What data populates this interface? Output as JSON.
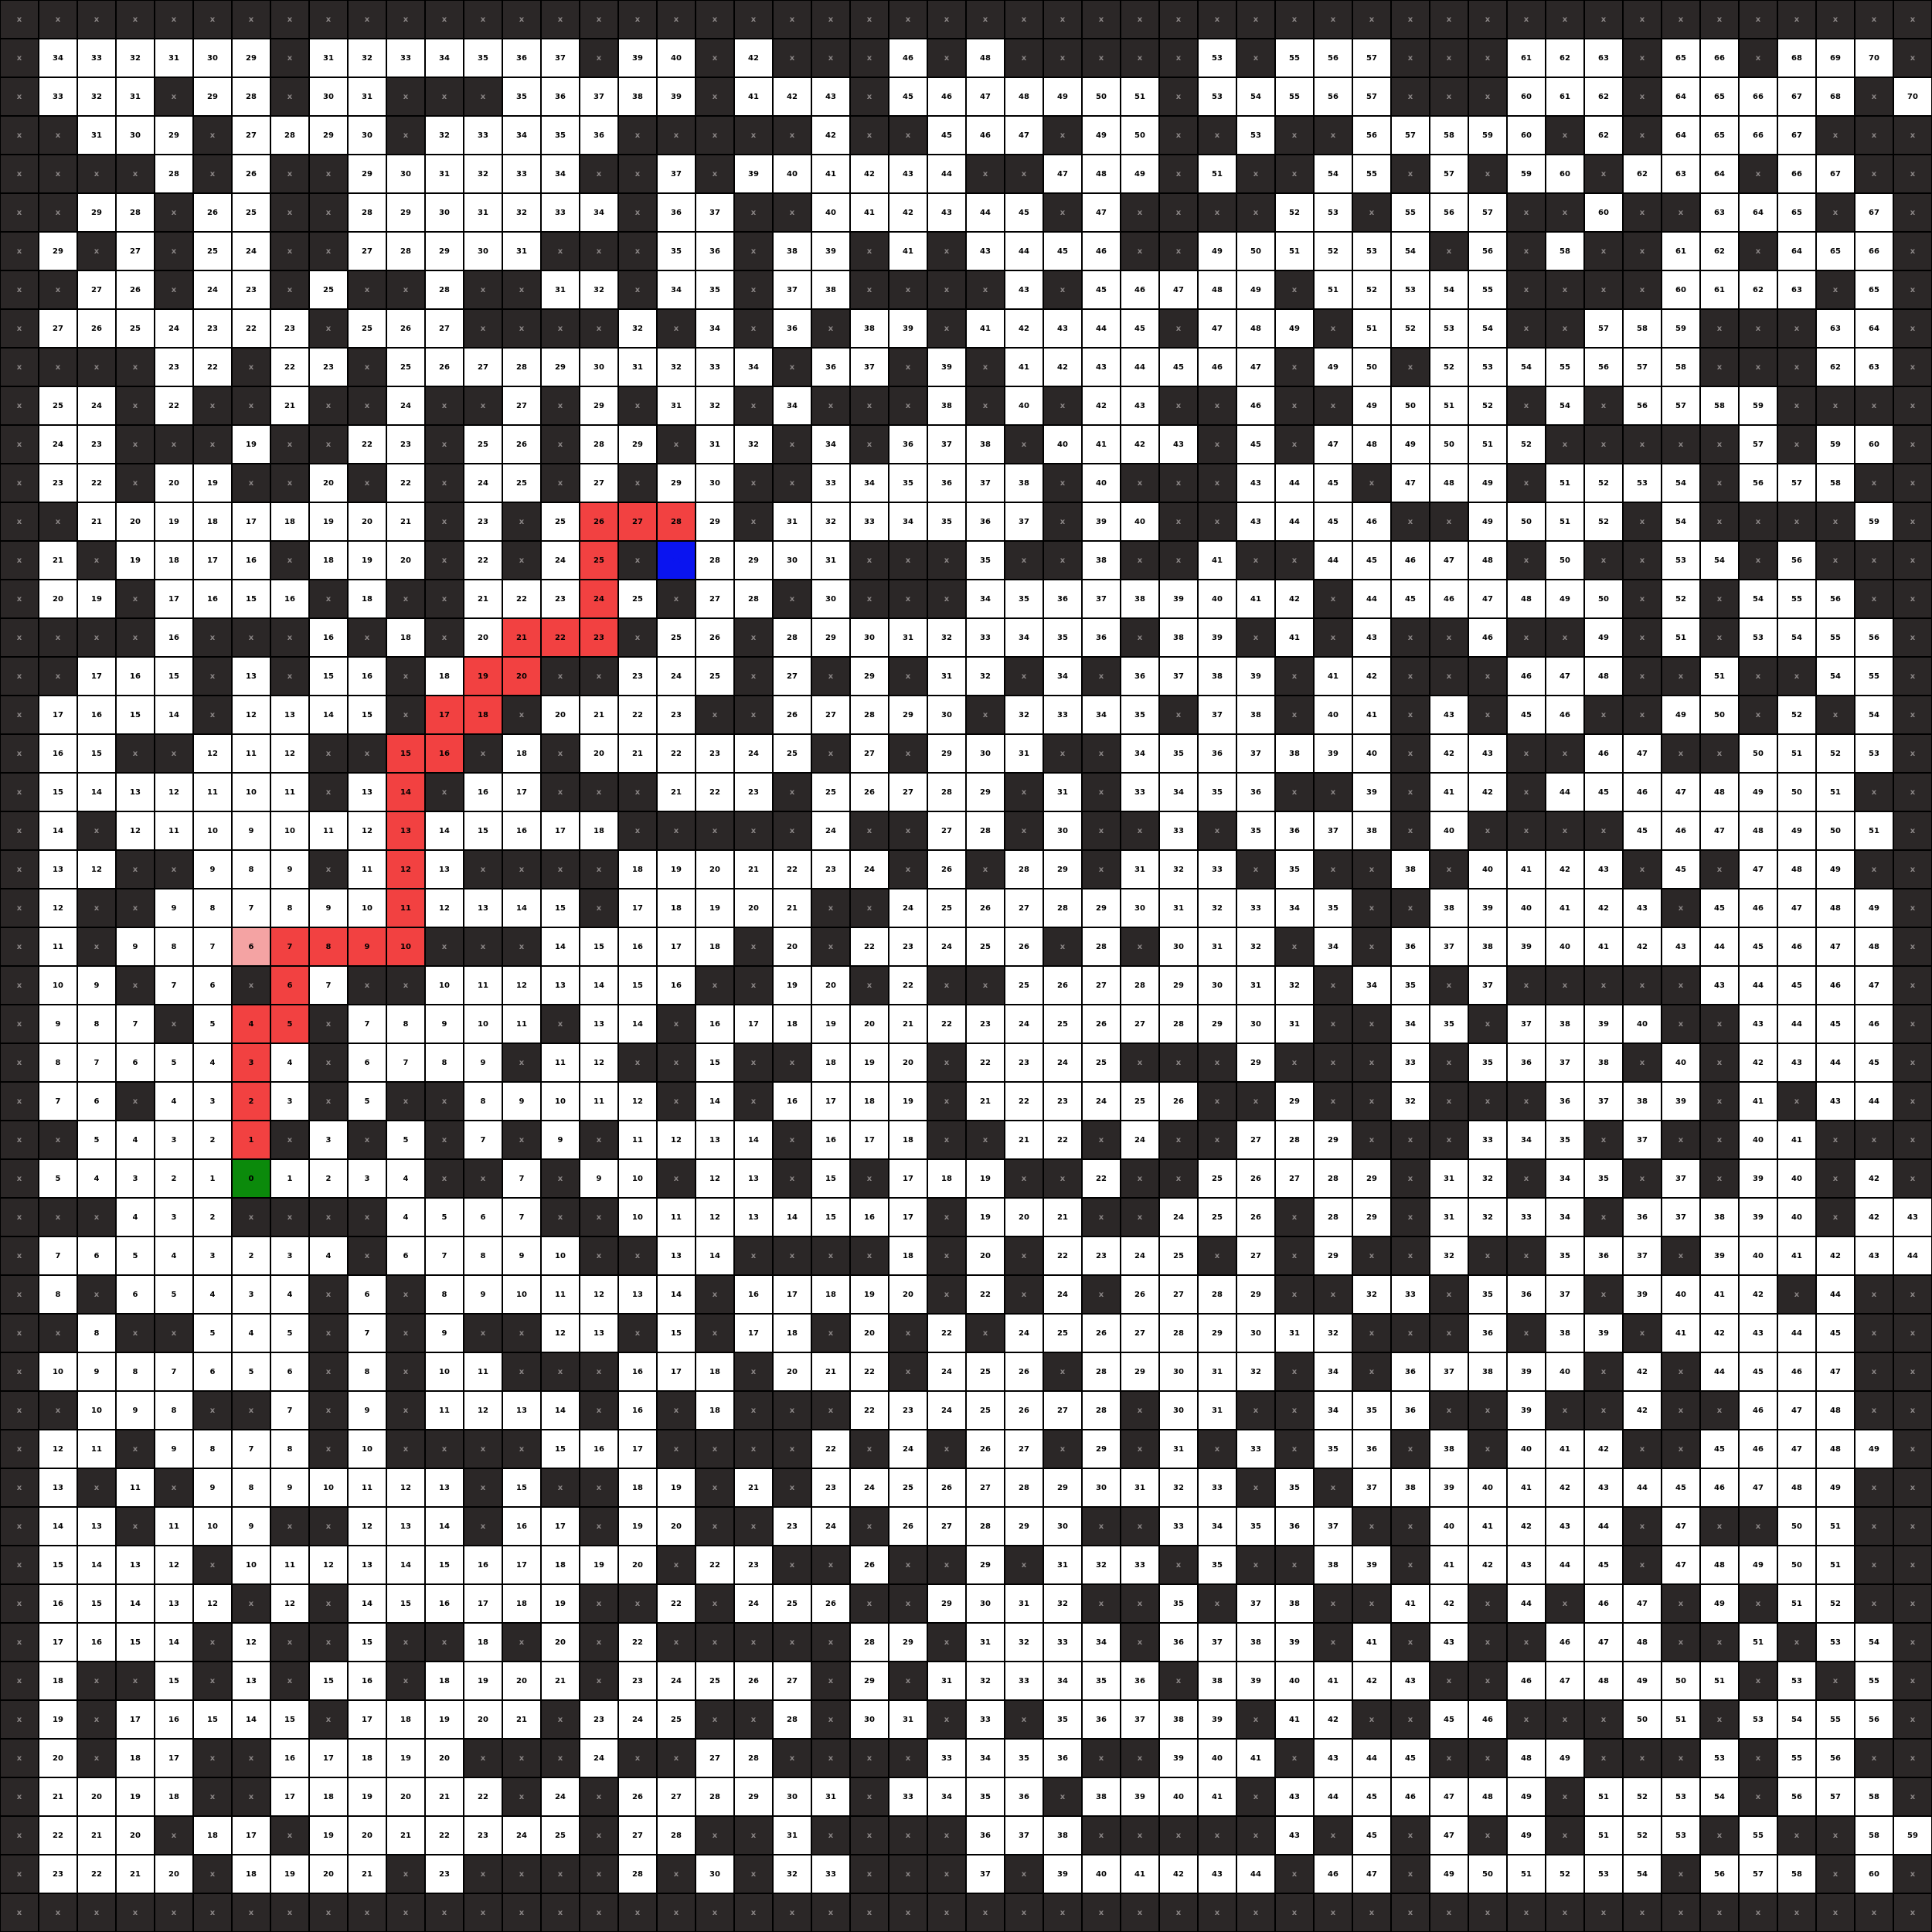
{
  "maze": {
    "colors": {
      "wall": "#2b2727",
      "open": "#ffffff",
      "path": "#f24141",
      "visited": "#f4a3a3",
      "start": "#0b8a0b",
      "goal": "#0a14f0"
    },
    "grid": [
      "x,x,x,x,x,x,x,x,x,x,x,x,x,x,x,x,x,x,x,x,x,x,x,x,x,x,x,x,x,x,x,x,x,x,x,x,x,x,x,x,x,x,x,x,x,x,x,x,x,x",
      "x,34,33,32,31,30,29,x,31,32,33,34,35,36,37,x,39,40,x,42,x,x,x,46,x,48,x,x,x,x,x,53,x,55,56,57,x,x,x,61,62,63,x,65,66,x,68,69,70,x",
      "x,33,32,31,x,29,28,x,30,31,x,x,x,35,36,37,38,39,x,41,42,43,x,45,46,47,48,49,50,51,x,53,54,55,56,57,x,x,x,60,61,62,x,64,65,66,67,68,x,70",
      "x,x,31,30,29,x,27,28,29,30,x,32,33,34,35,36,x,x,x,x,x,42,x,x,45,46,47,x,49,50,x,x,53,x,x,56,57,58,59,60,x,62,x,64,65,66,67,x,x,x",
      "x,x,x,x,28,x,26,x,x,29,30,31,32,33,34,x,x,37,x,39,40,41,42,43,44,x,x,47,48,49,x,51,x,x,54,55,x,57,x,59,60,x,62,63,64,x,66,67,x,x",
      "x,x,29,28,x,26,25,x,x,28,29,30,31,32,33,34,x,36,37,x,x,40,41,42,43,44,45,x,47,x,x,x,x,52,53,x,55,56,57,x,x,60,x,x,63,64,65,x,67,x",
      "x,29,x,27,x,25,24,x,x,27,28,29,30,31,x,x,x,35,36,x,38,39,x,41,x,43,44,45,46,x,x,49,50,51,52,53,54,x,56,x,58,x,x,61,62,x,64,65,66,x",
      "x,x,27,26,x,24,23,x,25,x,x,28,x,x,31,32,x,34,35,x,37,38,x,x,x,x,43,x,45,46,47,48,49,x,51,52,53,54,55,x,x,x,x,60,61,62,63,x,65,x",
      "x,27,26,25,24,23,22,23,x,25,26,27,x,x,x,x,32,x,34,x,36,x,38,39,x,41,42,43,44,45,x,47,48,49,x,51,52,53,54,x,x,57,58,59,x,x,x,63,64,x",
      "x,x,x,x,23,22,x,22,23,x,25,26,27,28,29,30,31,32,33,34,x,36,37,x,39,x,41,42,43,44,45,46,47,x,49,50,x,52,53,54,55,56,57,58,x,x,x,62,63,x",
      "x,25,24,x,22,x,x,21,x,x,24,x,x,27,x,29,x,31,32,x,34,x,x,x,38,x,40,x,42,43,x,x,46,x,x,49,50,51,52,x,54,x,56,57,58,59,x,x,x,x",
      "x,24,23,x,x,x,19,x,x,22,23,x,25,26,x,28,29,x,31,32,x,34,x,36,37,38,x,40,41,42,43,x,45,x,47,48,49,50,51,52,x,x,x,x,x,57,x,59,60,x",
      "x,23,22,x,20,19,x,x,20,x,22,x,24,25,x,27,x,29,30,x,x,33,34,35,36,37,38,x,40,x,x,x,43,44,45,x,47,48,49,x,51,52,53,54,x,56,57,58,x,x",
      "x,x,21,20,19,18,17,18,19,20,21,x,23,x,25,26,27,28,29,x,31,32,33,34,35,36,37,x,39,40,x,x,43,44,45,46,x,x,49,50,51,52,x,54,x,x,x,x,59,x",
      "x,21,x,19,18,17,16,x,18,19,20,x,22,x,24,25,x,29,28,29,30,31,x,x,x,35,x,x,38,x,x,41,x,x,44,45,46,47,48,x,50,x,x,53,54,x,56,x,x,x",
      "x,20,19,x,17,16,15,16,x,18,x,x,21,22,23,24,25,x,27,28,x,30,x,x,x,34,35,36,37,38,39,40,41,42,x,44,45,46,47,48,49,50,x,52,x,54,55,56,x,x",
      "x,x,x,x,16,x,x,x,16,x,18,x,20,21,22,23,x,25,26,x,28,29,30,31,32,33,34,35,36,x,38,39,x,41,x,43,x,x,46,x,x,49,x,51,x,53,54,55,56,x",
      "x,x,17,16,15,x,13,x,15,16,x,18,19,20,x,x,23,24,25,x,27,x,29,x,31,32,x,34,x,36,37,38,39,x,41,42,x,x,x,46,47,48,x,x,51,x,x,54,55,x",
      "x,17,16,15,14,x,12,13,14,15,x,17,18,x,20,21,22,23,x,x,26,27,28,29,30,x,32,33,34,35,x,37,38,x,40,41,x,43,x,45,46,x,x,49,50,x,52,x,54,x",
      "x,16,15,x,x,12,11,12,x,x,15,16,x,18,x,20,21,22,23,24,25,x,27,x,29,30,31,x,x,34,35,36,37,38,39,40,x,42,43,x,x,46,47,x,x,50,51,52,53,x",
      "x,15,14,13,12,11,10,11,x,13,14,x,16,17,x,x,x,21,22,23,x,25,26,27,28,29,x,31,x,33,34,35,36,x,x,39,x,41,42,x,44,45,46,47,48,49,50,51,x,x",
      "x,14,x,12,11,10,9,10,11,12,13,14,15,16,17,18,x,x,x,x,x,24,x,x,27,28,x,30,x,x,33,x,35,36,37,38,x,40,x,x,x,x,45,46,47,48,49,50,51,x",
      "x,13,12,x,x,9,8,9,x,11,12,13,x,x,x,x,18,19,20,21,22,23,24,x,26,x,28,29,x,31,32,33,x,35,x,x,38,x,40,41,42,43,x,45,x,47,48,49,x,x",
      "x,12,x,x,9,8,7,8,9,10,11,12,13,14,15,x,17,18,19,20,21,x,x,24,25,26,27,28,29,30,31,32,33,34,35,x,x,38,39,40,41,42,43,x,45,46,47,48,49,x",
      "x,11,x,9,8,7,6,7,8,9,10,x,x,x,14,15,16,17,18,x,20,x,22,23,24,25,26,x,28,x,30,31,32,x,34,x,36,37,38,39,40,41,42,43,44,45,46,47,48,x",
      "x,10,9,x,7,6,x,6,7,x,x,10,11,12,13,14,15,16,x,x,19,20,x,22,x,x,25,26,27,28,29,30,31,32,x,34,35,x,37,x,x,x,x,x,43,44,45,46,47,x",
      "x,9,8,7,x,5,4,5,x,7,8,9,10,11,x,13,14,x,16,17,18,19,20,21,22,23,24,25,26,27,28,29,30,31,x,x,34,35,x,37,38,39,40,x,x,43,44,45,46,x",
      "x,8,7,6,5,4,3,4,x,6,7,8,9,x,11,12,x,x,15,x,x,18,19,20,x,22,23,24,25,x,x,x,29,x,x,x,33,x,35,36,37,38,x,40,x,42,43,44,45,x",
      "x,7,6,x,4,3,2,3,x,5,x,x,8,9,10,11,12,x,14,x,16,17,18,19,x,21,22,23,24,25,26,x,x,29,x,x,32,x,x,x,36,37,38,39,x,41,x,43,44,x",
      "x,x,5,4,3,2,1,x,3,x,5,x,7,x,9,x,11,12,13,14,x,16,17,18,x,x,21,22,x,24,x,x,27,28,29,x,x,x,33,34,35,x,37,x,x,40,41,x,x,x",
      "x,5,4,3,2,1,0,1,2,3,4,x,x,7,x,9,10,x,12,13,x,15,x,17,18,19,x,x,22,x,x,25,26,27,28,29,x,31,32,x,34,35,x,37,x,39,40,x,42,x",
      "x,x,x,4,3,2,x,x,x,x,4,5,6,7,x,x,10,11,12,13,14,15,16,17,x,19,20,21,x,x,24,25,26,x,28,29,x,31,32,33,34,x,36,37,38,39,40,x,42,43",
      "x,7,6,5,4,3,2,3,4,x,6,7,8,9,10,x,x,13,14,x,x,x,x,18,x,20,x,22,23,24,25,x,27,x,29,x,x,32,x,x,35,36,37,x,39,40,41,42,43,44",
      "x,8,x,6,5,4,3,4,x,6,x,8,9,10,11,12,13,14,x,16,17,18,19,20,x,22,x,24,x,26,27,28,29,x,x,32,33,x,35,36,37,x,39,40,41,42,x,44,x,x",
      "x,x,8,x,x,5,4,5,x,7,x,9,x,x,12,13,x,15,x,17,18,x,20,x,22,x,24,25,26,27,28,29,30,31,32,x,x,x,36,x,38,39,x,41,42,43,44,45,x,x",
      "x,10,9,8,7,6,5,6,x,8,x,10,11,x,x,x,16,17,18,x,20,21,22,x,24,25,26,x,28,29,30,31,32,x,34,x,36,37,38,39,40,x,42,x,44,45,46,47,x,x",
      "x,x,10,9,8,x,x,7,x,9,x,11,12,13,14,x,16,x,18,x,x,x,22,23,24,25,26,27,28,x,30,31,x,x,34,35,36,x,x,39,x,x,42,x,x,46,47,48,x,x",
      "x,12,11,x,9,8,7,8,x,10,x,x,x,x,15,16,17,x,x,x,x,22,x,24,x,26,27,x,29,x,31,x,33,x,35,36,x,38,x,40,41,42,x,x,45,46,47,48,49,x",
      "x,13,x,11,x,9,8,9,10,11,12,13,x,15,x,x,18,19,x,21,x,23,24,25,26,27,28,29,30,31,32,33,x,35,x,37,38,39,40,41,42,43,44,45,46,47,48,49,x,x",
      "x,14,13,x,11,10,9,x,x,12,13,14,x,16,17,x,19,20,x,x,23,24,x,26,27,28,29,30,x,x,33,34,35,36,37,x,x,40,41,42,43,44,x,47,x,x,50,51,x,x",
      "x,15,14,13,12,x,10,11,12,13,14,15,16,17,18,19,20,x,22,23,x,x,26,x,x,29,x,31,32,33,x,35,x,x,38,39,x,41,42,43,44,45,x,47,48,49,50,51,x,x",
      "x,16,15,14,13,12,x,12,x,14,15,16,17,18,19,x,x,22,x,24,25,26,x,x,29,30,31,32,x,x,35,x,37,38,x,x,41,42,x,44,x,46,47,x,49,x,51,52,x,x",
      "x,17,16,15,14,x,12,x,x,15,x,x,18,x,20,x,22,x,x,x,x,x,28,29,x,31,32,33,34,x,36,37,38,39,x,41,x,43,x,x,46,47,48,x,x,51,x,53,54,x",
      "x,18,x,x,15,x,13,x,15,16,x,18,19,20,21,x,23,24,25,26,27,x,29,x,31,32,33,34,35,36,x,38,39,40,41,42,43,x,x,46,47,48,49,50,51,x,53,x,55,x",
      "x,19,x,17,16,15,14,15,x,17,18,19,20,21,x,23,24,25,x,x,28,x,30,31,x,33,x,35,36,37,38,39,x,41,42,x,x,45,46,x,x,x,50,51,x,53,54,55,56,x",
      "x,20,x,18,17,x,x,16,17,18,19,20,x,x,x,24,x,x,27,28,x,x,x,x,33,34,35,36,x,x,39,40,41,x,43,44,45,x,x,48,49,x,x,x,53,x,55,56,x,x",
      "x,21,20,19,18,x,x,17,18,19,20,21,22,x,24,x,26,27,28,29,30,31,x,33,34,35,36,x,38,39,40,41,x,43,44,45,46,47,48,49,x,51,52,53,54,x,56,57,58,x",
      "x,22,21,20,x,18,17,x,19,20,21,22,23,24,25,x,27,28,x,x,31,x,x,x,x,36,37,38,x,x,x,x,x,43,x,45,x,47,x,49,x,51,52,53,x,55,x,x,58,59",
      "x,23,22,21,20,x,18,19,20,21,x,23,x,x,x,x,28,x,30,x,32,33,x,x,x,37,x,39,40,41,42,43,44,x,46,47,x,49,50,51,52,53,54,x,56,57,58,x,60,x",
      "x,x,x,x,x,x,x,x,x,x,x,x,x,x,x,x,x,x,x,x,x,x,x,x,x,x,x,x,x,x,x,x,x,x,x,x,x,x,x,x,x,x,x,x,x,x,x,x,x,x"
    ],
    "path": [
      [
        13,
        15
      ],
      [
        13,
        16
      ],
      [
        13,
        17
      ],
      [
        14,
        15
      ],
      [
        15,
        15
      ],
      [
        16,
        13
      ],
      [
        16,
        14
      ],
      [
        16,
        15
      ],
      [
        17,
        12
      ],
      [
        17,
        13
      ],
      [
        18,
        11
      ],
      [
        18,
        12
      ],
      [
        19,
        10
      ],
      [
        19,
        11
      ],
      [
        20,
        10
      ],
      [
        21,
        10
      ],
      [
        22,
        10
      ],
      [
        23,
        10
      ],
      [
        24,
        7
      ],
      [
        24,
        8
      ],
      [
        24,
        9
      ],
      [
        24,
        10
      ],
      [
        25,
        7
      ],
      [
        26,
        6
      ],
      [
        26,
        7
      ],
      [
        27,
        6
      ],
      [
        28,
        6
      ],
      [
        29,
        6
      ]
    ],
    "visited": [
      [
        24,
        6
      ]
    ],
    "start": [
      30,
      6
    ],
    "goal": [
      14,
      17
    ]
  }
}
